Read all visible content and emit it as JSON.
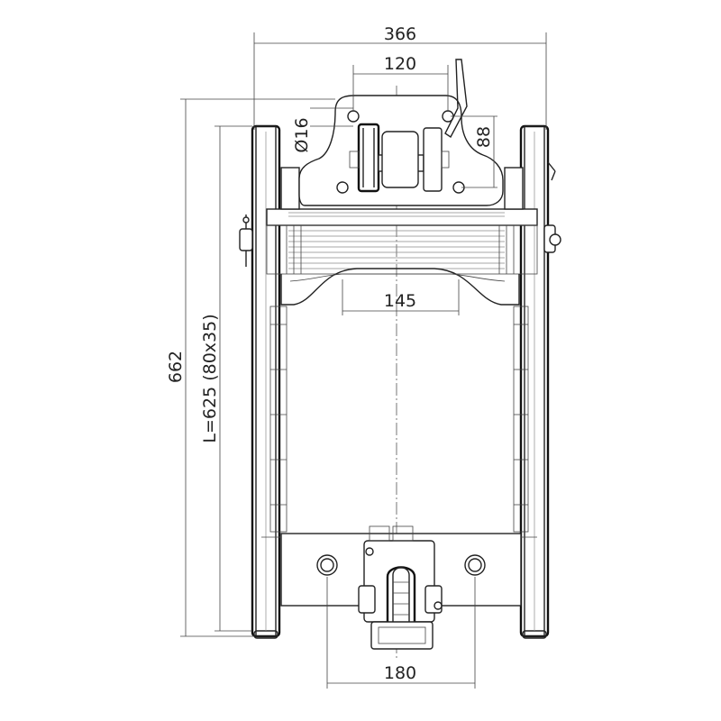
{
  "drawing": {
    "dimensions": {
      "overall_width": "366",
      "top_hole_spacing": "120",
      "hole_diameter": "Ø16",
      "vertical_hole_spacing": "88",
      "inner_span": "145",
      "overall_height": "662",
      "rail_length": "L=625 (80x35)",
      "bottom_hole_spacing": "180"
    }
  }
}
